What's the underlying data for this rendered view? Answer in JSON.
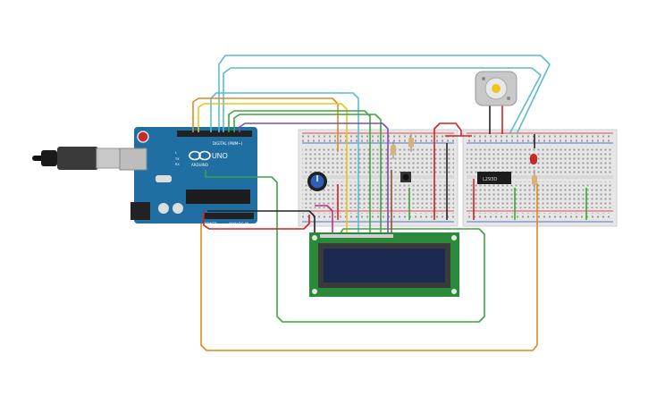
{
  "arduino": {
    "brand_label": "ARDUINO",
    "model_label": "UNO",
    "digital_header_label": "DIGITAL (PWM~)",
    "power_header_label": "POWER",
    "analog_header_label": "ANALOG IN",
    "tx_label": "TX",
    "rx_label": "RX",
    "l_label": "L"
  },
  "driver_chip": {
    "label": "L293D"
  },
  "wire_colors": {
    "cyan": "#5bbcd0",
    "orange": "#e08a1e",
    "yellow": "#e8c41a",
    "green": "#3ea43e",
    "purple": "#7b4fb0",
    "red": "#d42020",
    "black": "#222222",
    "magenta": "#c0307a",
    "brown": "#8a5a2b",
    "board_blue": "#1f6fa3",
    "breadboard": "#e8e8e8",
    "lcd_green": "#2a8a3a",
    "lcd_screen": "#1c2a52"
  },
  "components": {
    "usb_cable": "usb-cable-icon",
    "potentiometer": "potentiometer-icon",
    "push_button": "push-button-icon",
    "dc_motor": "dc-motor-icon",
    "led": "led-icon",
    "resistor": "resistor-icon",
    "lcd": "lcd-16x2-display"
  }
}
